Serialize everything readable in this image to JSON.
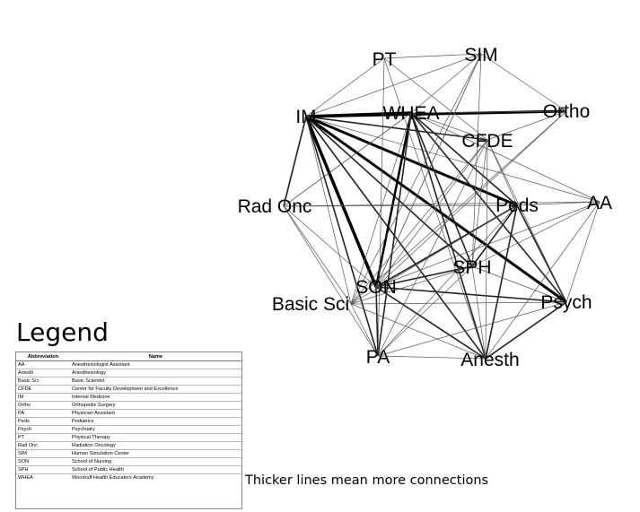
{
  "nodes": [
    {
      "id": "PT",
      "label": "PT"
    },
    {
      "id": "SIM",
      "label": "SIM"
    },
    {
      "id": "IM",
      "label": "IM"
    },
    {
      "id": "WHEA",
      "label": "WHEA"
    },
    {
      "id": "Ortho",
      "label": "Ortho"
    },
    {
      "id": "CFDE",
      "label": "CFDE"
    },
    {
      "id": "RadOnc",
      "label": "Rad Onc"
    },
    {
      "id": "Peds",
      "label": "Peds"
    },
    {
      "id": "AA",
      "label": "AA"
    },
    {
      "id": "SPH",
      "label": "SPH"
    },
    {
      "id": "SON",
      "label": "SON"
    },
    {
      "id": "BasicSci",
      "label": "Basic Sci"
    },
    {
      "id": "Psych",
      "label": "Psych"
    },
    {
      "id": "PA",
      "label": "PA"
    },
    {
      "id": "Anesth",
      "label": "Anesth"
    }
  ],
  "edges": [
    [
      "IM",
      "WHEA",
      3.5
    ],
    [
      "IM",
      "Ortho",
      3
    ],
    [
      "IM",
      "SON",
      3.5
    ],
    [
      "IM",
      "Peds",
      3
    ],
    [
      "IM",
      "Psych",
      3
    ],
    [
      "IM",
      "SPH",
      2
    ],
    [
      "IM",
      "PA",
      2
    ],
    [
      "IM",
      "Anesth",
      2
    ],
    [
      "IM",
      "CFDE",
      1.5
    ],
    [
      "IM",
      "RadOnc",
      1.5
    ],
    [
      "IM",
      "BasicSci",
      1
    ],
    [
      "IM",
      "AA",
      1
    ],
    [
      "IM",
      "SIM",
      1
    ],
    [
      "IM",
      "PT",
      1
    ],
    [
      "WHEA",
      "SON",
      2.5
    ],
    [
      "WHEA",
      "Peds",
      2
    ],
    [
      "WHEA",
      "Psych",
      2
    ],
    [
      "WHEA",
      "PA",
      2
    ],
    [
      "WHEA",
      "SPH",
      1.5
    ],
    [
      "WHEA",
      "Anesth",
      1.5
    ],
    [
      "WHEA",
      "BasicSci",
      1
    ],
    [
      "WHEA",
      "RadOnc",
      1
    ],
    [
      "WHEA",
      "CFDE",
      1
    ],
    [
      "WHEA",
      "AA",
      1
    ],
    [
      "WHEA",
      "SIM",
      1
    ],
    [
      "WHEA",
      "Ortho",
      1
    ],
    [
      "SON",
      "Psych",
      2
    ],
    [
      "SON",
      "Peds",
      2
    ],
    [
      "SON",
      "SPH",
      1.5
    ],
    [
      "SON",
      "PA",
      1.5
    ],
    [
      "SON",
      "Anesth",
      1.5
    ],
    [
      "SON",
      "RadOnc",
      1
    ],
    [
      "SON",
      "AA",
      1
    ],
    [
      "SON",
      "CFDE",
      1
    ],
    [
      "SON",
      "SIM",
      1
    ],
    [
      "SON",
      "Ortho",
      1
    ],
    [
      "Peds",
      "Psych",
      2
    ],
    [
      "Peds",
      "SPH",
      1.5
    ],
    [
      "Peds",
      "Anesth",
      1.5
    ],
    [
      "Peds",
      "PA",
      1
    ],
    [
      "Peds",
      "AA",
      1
    ],
    [
      "Peds",
      "RadOnc",
      1
    ],
    [
      "Peds",
      "CFDE",
      1
    ],
    [
      "Peds",
      "BasicSci",
      1
    ],
    [
      "Psych",
      "Anesth",
      1.5
    ],
    [
      "Psych",
      "PA",
      1
    ],
    [
      "Psych",
      "SPH",
      1
    ],
    [
      "Psych",
      "AA",
      1
    ],
    [
      "Psych",
      "CFDE",
      1
    ],
    [
      "SPH",
      "Anesth",
      1
    ],
    [
      "SPH",
      "PA",
      1
    ],
    [
      "SPH",
      "CFDE",
      1
    ],
    [
      "SPH",
      "SIM",
      1
    ],
    [
      "SPH",
      "BasicSci",
      1
    ],
    [
      "PT",
      "PA",
      1
    ],
    [
      "PT",
      "CFDE",
      1
    ],
    [
      "PT",
      "SIM",
      1
    ],
    [
      "PT",
      "Anesth",
      1
    ],
    [
      "SIM",
      "Ortho",
      1
    ],
    [
      "SIM",
      "BasicSci",
      1
    ],
    [
      "SIM",
      "SON",
      1
    ],
    [
      "Ortho",
      "BasicSci",
      1
    ],
    [
      "Ortho",
      "CFDE",
      1
    ],
    [
      "CFDE",
      "PA",
      1
    ],
    [
      "CFDE",
      "Anesth",
      1
    ],
    [
      "CFDE",
      "BasicSci",
      1
    ],
    [
      "RadOnc",
      "BasicSci",
      1
    ],
    [
      "RadOnc",
      "PA",
      1
    ],
    [
      "RadOnc",
      "AA",
      1
    ],
    [
      "RadOnc",
      "WHEA",
      1
    ],
    [
      "BasicSci",
      "PA",
      1
    ],
    [
      "BasicSci",
      "Anesth",
      1
    ],
    [
      "BasicSci",
      "Psych",
      1
    ],
    [
      "AA",
      "Anesth",
      1
    ],
    [
      "AA",
      "SPH",
      1
    ],
    [
      "PA",
      "Anesth",
      1
    ]
  ],
  "legend": {
    "title": "Legend",
    "headers": [
      "Abbreviation",
      "Name"
    ],
    "rows": [
      [
        "AA",
        "Anesthesiologist Assistant"
      ],
      [
        "Anesth",
        "Anesthesiology"
      ],
      [
        "Basic Sci",
        "Basic Scientist"
      ],
      [
        "CFDE",
        "Center for Faculty Development and Excellence"
      ],
      [
        "IM",
        "Internal Medicine"
      ],
      [
        "Ortho",
        "Orthopedic Surgery"
      ],
      [
        "PA",
        "Physician Assistant"
      ],
      [
        "Peds",
        "Pediatrics"
      ],
      [
        "Psych",
        "Psychiatry"
      ],
      [
        "PT",
        "Physical Therapy"
      ],
      [
        "Rad Onc",
        "Radiation Oncology"
      ],
      [
        "SIM",
        "Human Simulation Center"
      ],
      [
        "SON",
        "School of Nursing"
      ],
      [
        "SPH",
        "School of Public Health"
      ],
      [
        "WHEA",
        "Woodruff Health Educators Academy"
      ]
    ]
  },
  "note": "Thicker lines mean more connections"
}
